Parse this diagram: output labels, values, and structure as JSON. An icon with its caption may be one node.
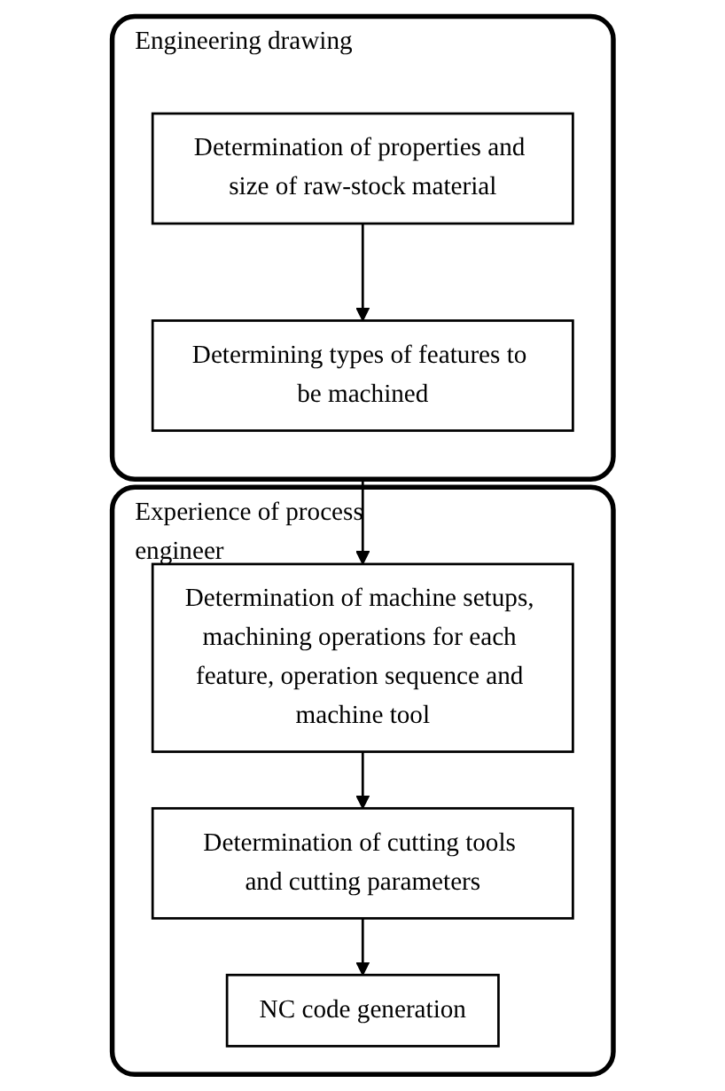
{
  "diagram": {
    "nodes": [
      {
        "text": [
          "Engineering drawing"
        ]
      },
      {
        "text": [
          "Determination of properties and size of raw-stock material"
        ],
        "in": 0
      },
      {
        "text": [
          "Determining types of features to be machined"
        ],
        "in": 0
      },
      {
        "text": [
          "Experience of process engineer"
        ]
      },
      {
        "text": [
          "Determination of machine setups, machining operations for each feature, operation sequence and machine tool"
        ],
        "in": 3
      },
      {
        "text": [
          "Determination of cutting tools and cutting parameters"
        ],
        "in": 3
      },
      {
        "text": [
          "NC code generation"
        ],
        "in": 3
      }
    ],
    "edges": [
      {
        "from": 1,
        "to": 2,
        "arrow": "to"
      },
      {
        "from": 0,
        "to": 4,
        "arrow": "to"
      },
      {
        "from": 4,
        "to": 5,
        "arrow": "to"
      },
      {
        "from": 5,
        "to": 6,
        "arrow": "to"
      }
    ]
  }
}
